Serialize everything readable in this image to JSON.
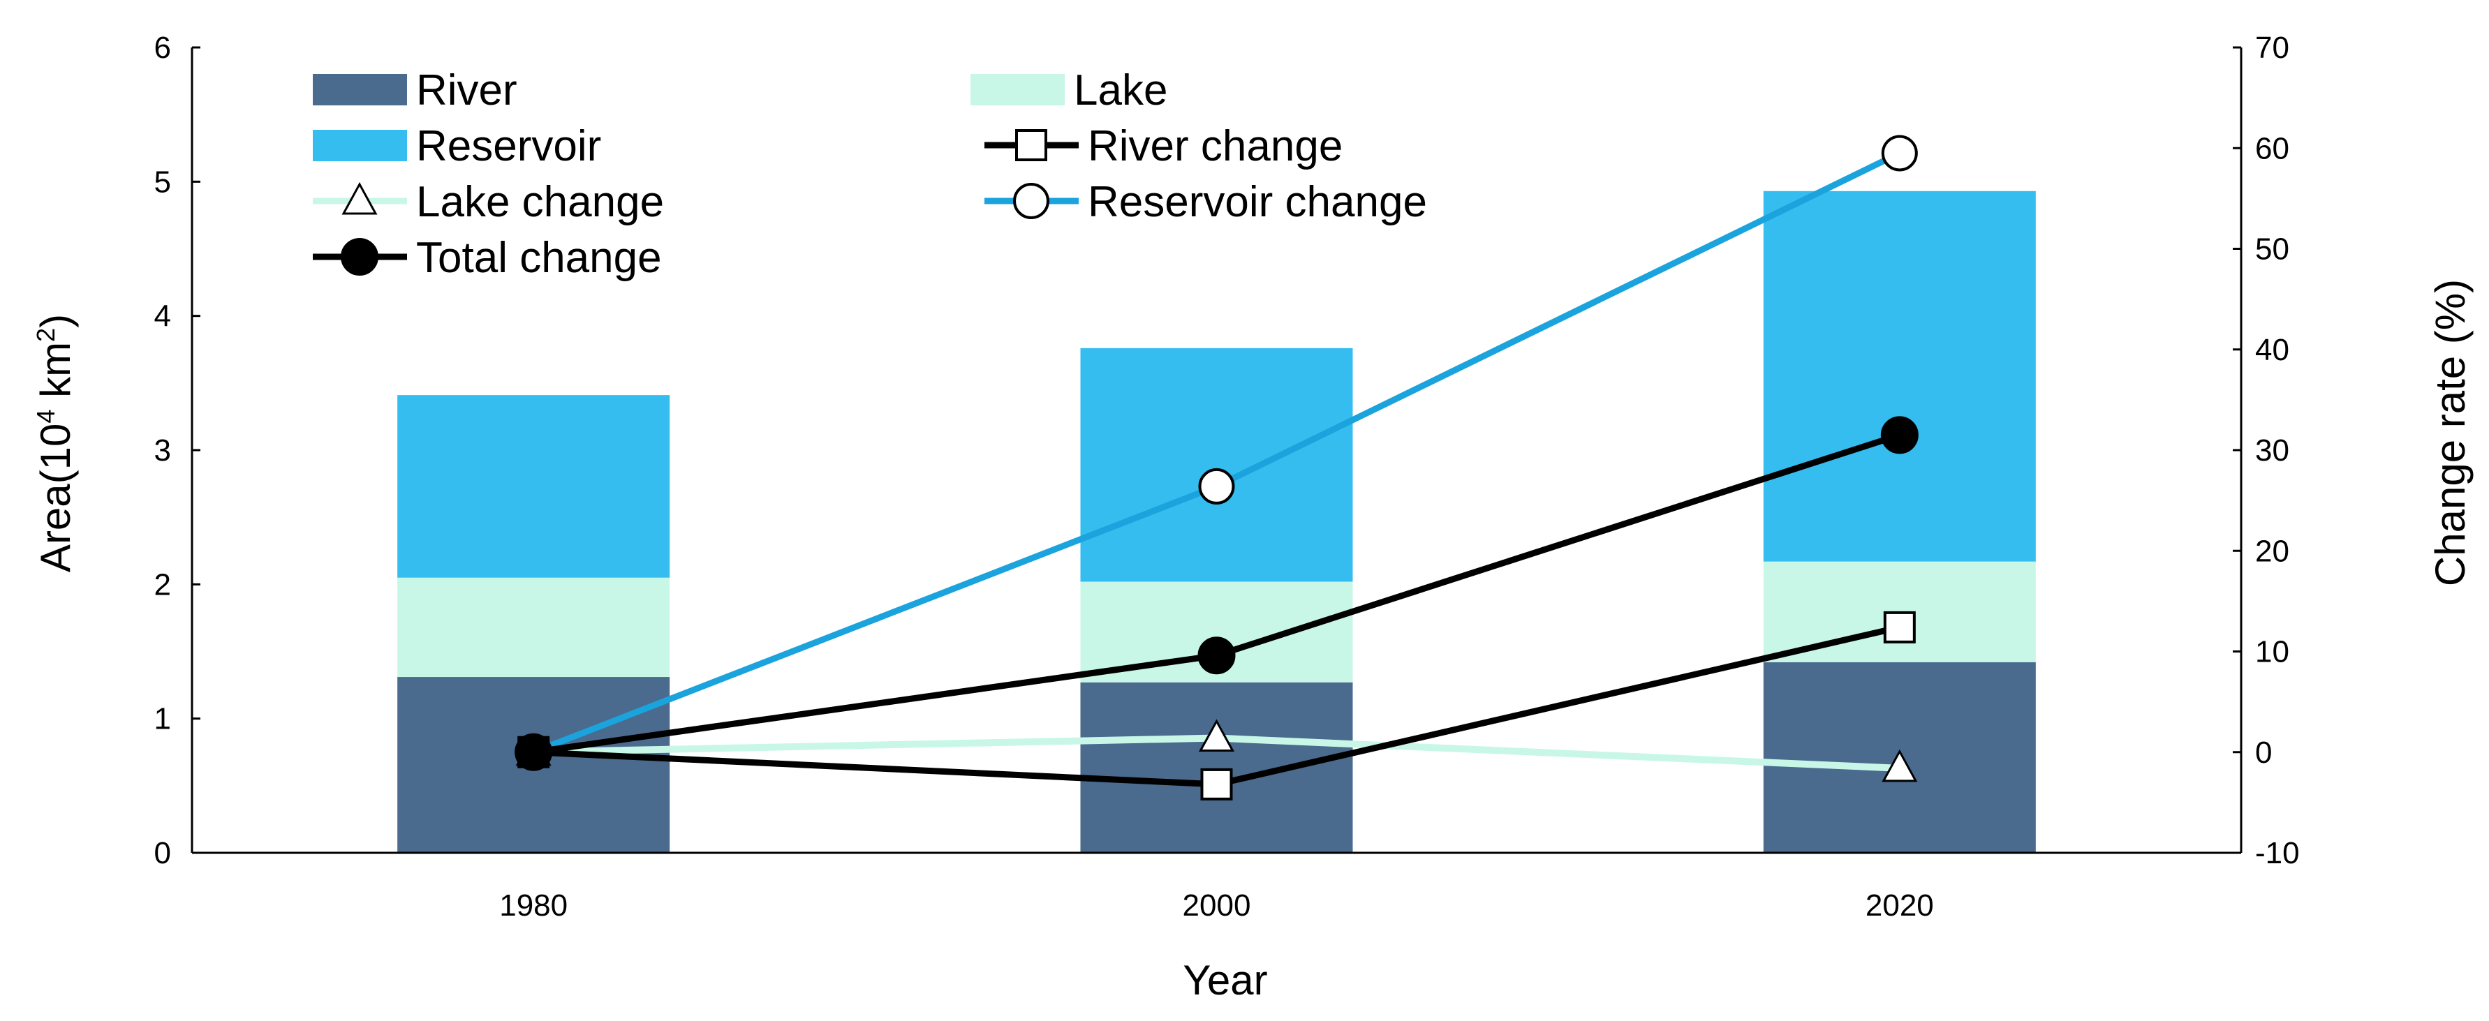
{
  "chart_data": {
    "type": "bar",
    "stacked": true,
    "categories": [
      "1980",
      "2000",
      "2020"
    ],
    "xlabel": "Year",
    "ylabel": "Area(10",
    "ylabel_sup": "4",
    "ylabel_unit": " km",
    "ylabel_unit_sup": "2",
    "ylabel_close": ")",
    "y2label": "Change rate (%)",
    "ylim": [
      0,
      6
    ],
    "yticks": [
      "0",
      "1",
      "2",
      "3",
      "4",
      "5",
      "6"
    ],
    "y2lim": [
      -10,
      70
    ],
    "y2ticks": [
      "-10",
      "0",
      "10",
      "20",
      "30",
      "40",
      "50",
      "60",
      "70"
    ],
    "legend_position": "top-left",
    "bar_series": [
      {
        "name": "River",
        "color": "#4a6a8e",
        "values": [
          1.31,
          1.27,
          1.42
        ]
      },
      {
        "name": "Lake",
        "color": "#c8f7e8",
        "values": [
          0.74,
          0.75,
          0.75
        ]
      },
      {
        "name": "Reservoir",
        "color": "#35bdf0",
        "values": [
          1.36,
          1.74,
          2.76
        ]
      }
    ],
    "line_series": [
      {
        "name": "River change",
        "color": "#000000",
        "marker": "square",
        "values": [
          0,
          -3.2,
          12.4
        ]
      },
      {
        "name": "Lake change",
        "color": "#c8f7e8",
        "marker": "triangle",
        "values": [
          0,
          1.4,
          -1.6
        ]
      },
      {
        "name": "Reservoir change",
        "color": "#1aa3dc",
        "marker": "circle",
        "values": [
          0,
          26.4,
          59.5
        ]
      },
      {
        "name": "Total change",
        "color": "#000000",
        "marker": "filled-circle",
        "values": [
          0,
          9.6,
          31.5
        ]
      }
    ]
  }
}
